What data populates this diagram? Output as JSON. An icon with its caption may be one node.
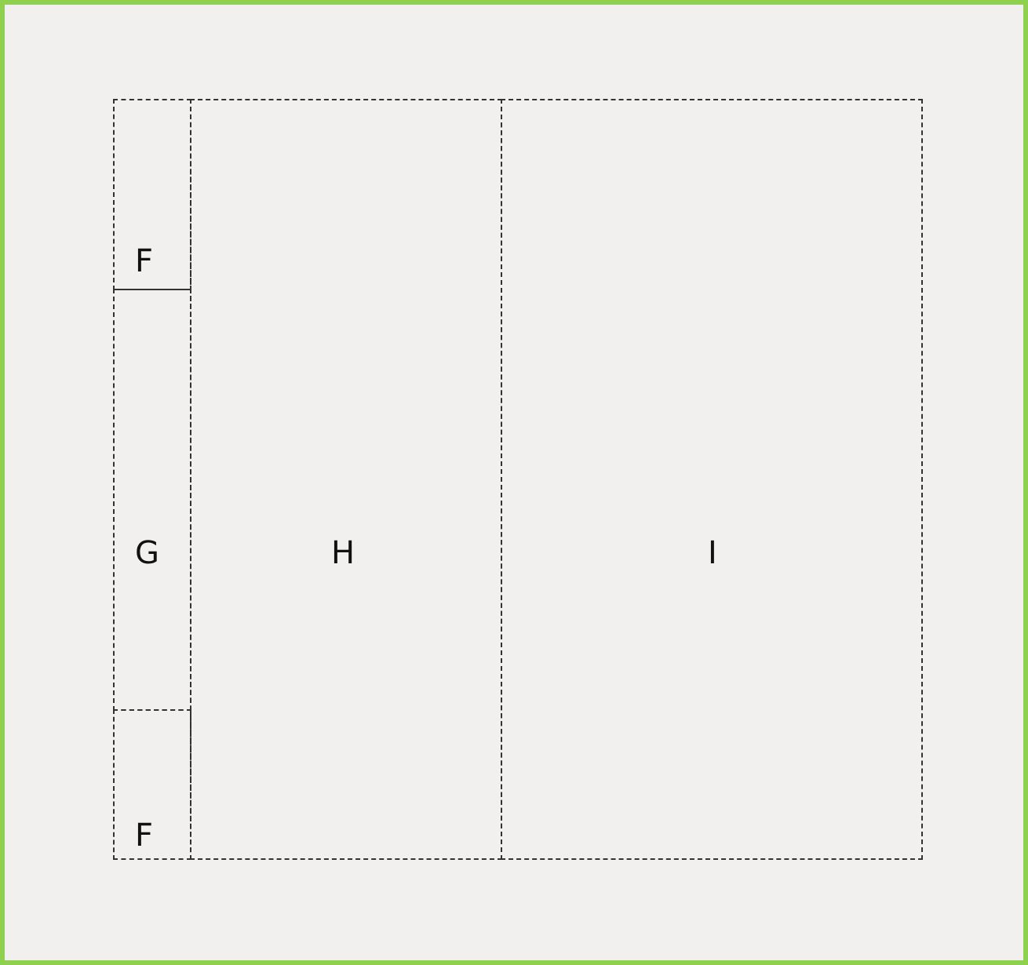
{
  "diagram": {
    "nodes": [
      {
        "text": [
          "F"
        ]
      },
      {
        "text": [
          "G"
        ]
      },
      {
        "text": [
          "F"
        ]
      },
      {
        "text": [
          "H"
        ]
      },
      {
        "text": [
          "I"
        ]
      }
    ]
  }
}
